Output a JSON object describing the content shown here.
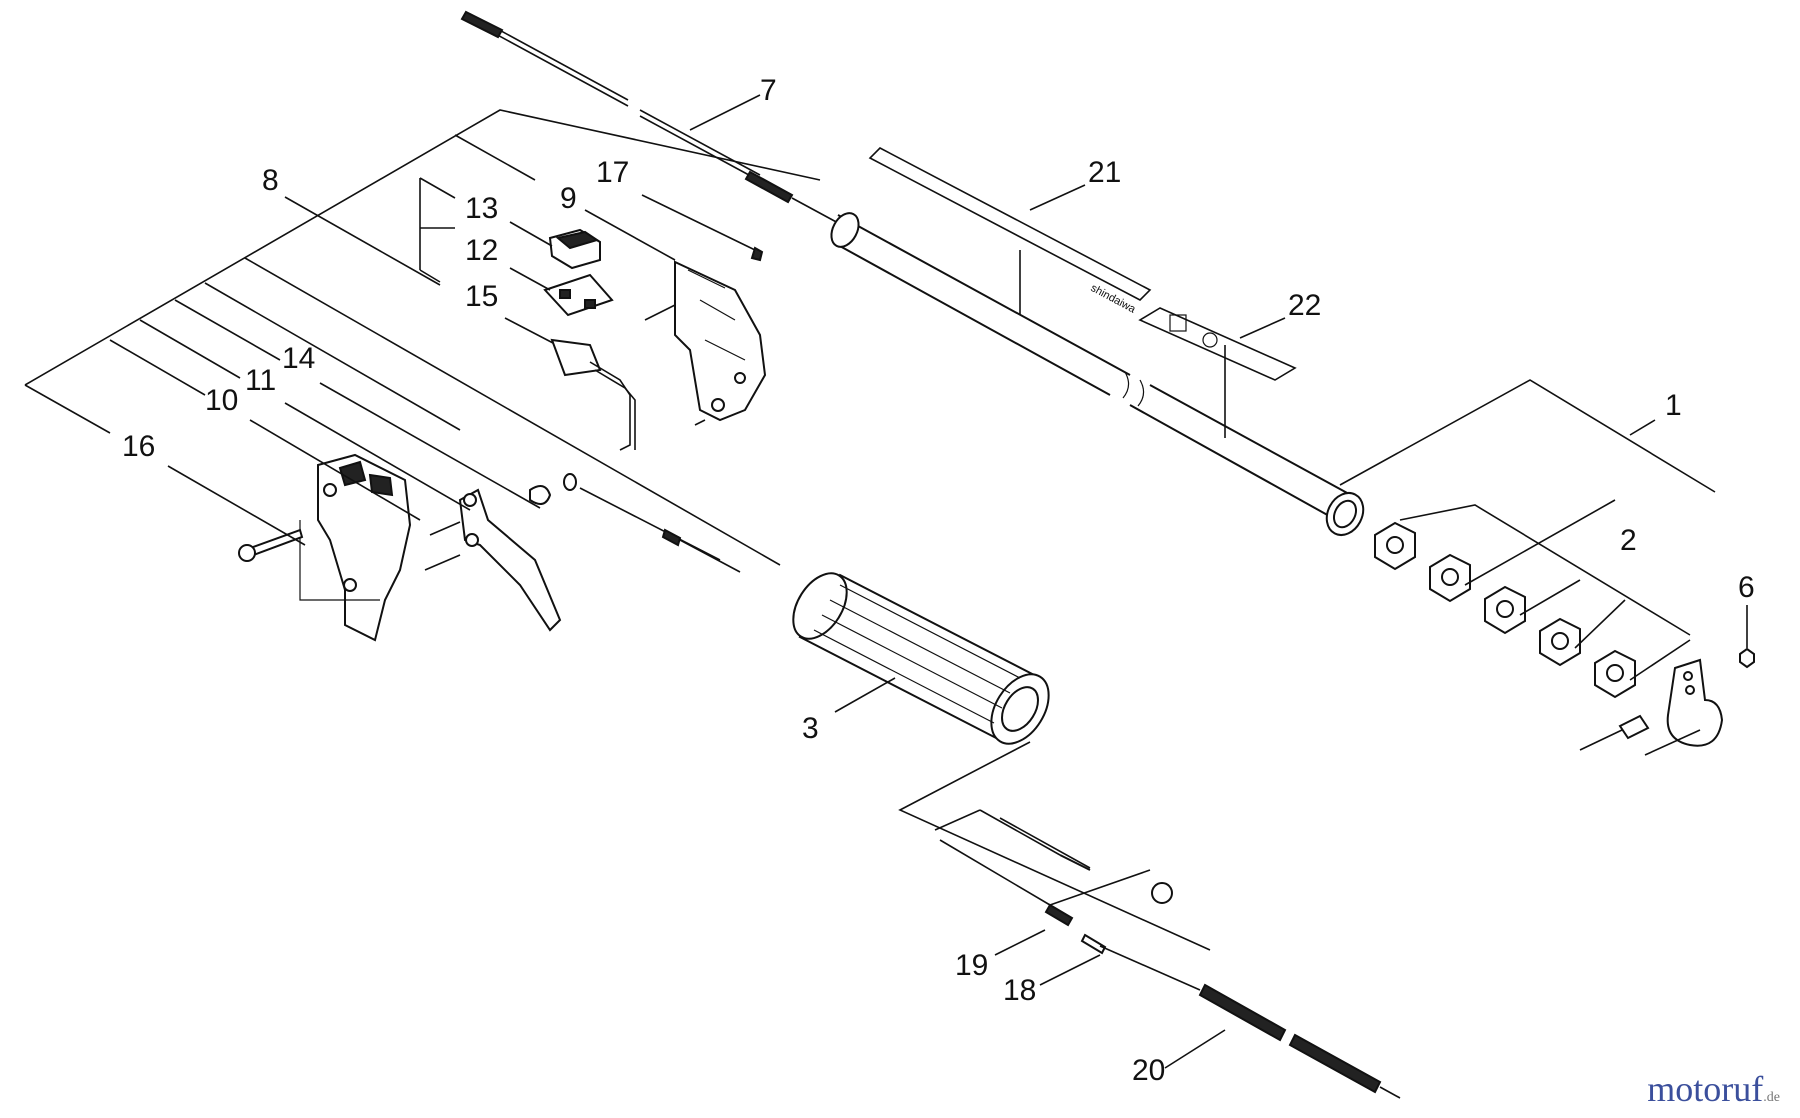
{
  "diagram": {
    "callouts": {
      "c1": "1",
      "c2": "2",
      "c3": "3",
      "c6": "6",
      "c7": "7",
      "c8": "8",
      "c9": "9",
      "c10": "10",
      "c11": "11",
      "c12": "12",
      "c13": "13",
      "c14": "14",
      "c15": "15",
      "c16": "16",
      "c17": "17",
      "c18": "18",
      "c19": "19",
      "c20": "20",
      "c21": "21",
      "c22": "22"
    },
    "decal_text": "shindaiwa"
  },
  "watermark": {
    "brand": "motoruf",
    "tld": ".de"
  }
}
